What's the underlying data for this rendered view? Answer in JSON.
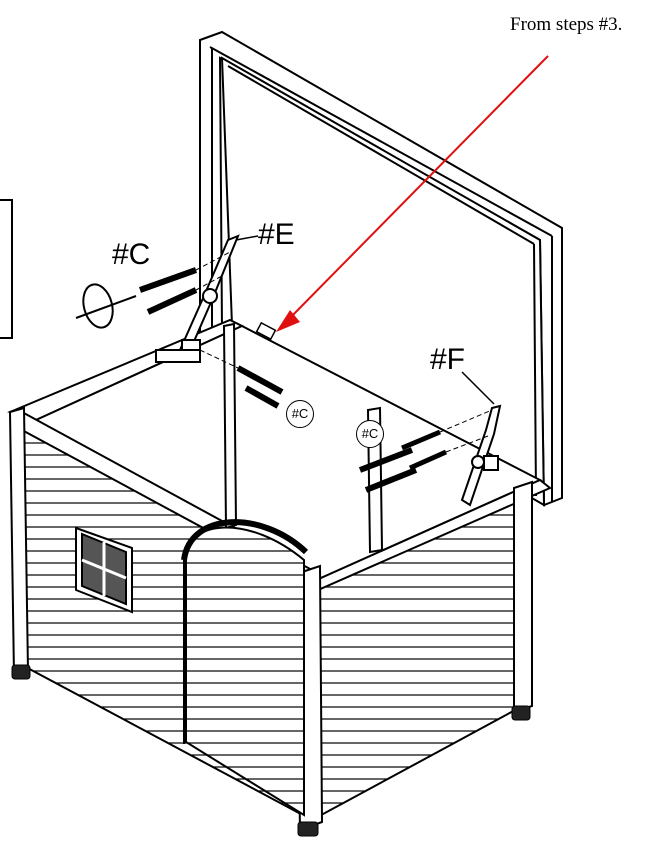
{
  "note": {
    "text": "From steps #3."
  },
  "labels": {
    "part_c": "#C",
    "part_e": "#E",
    "part_f": "#F",
    "callout_c1": "#C",
    "callout_c2": "#C"
  },
  "colors": {
    "line": "#000000",
    "arrow": "#e01010",
    "background": "#ffffff"
  }
}
